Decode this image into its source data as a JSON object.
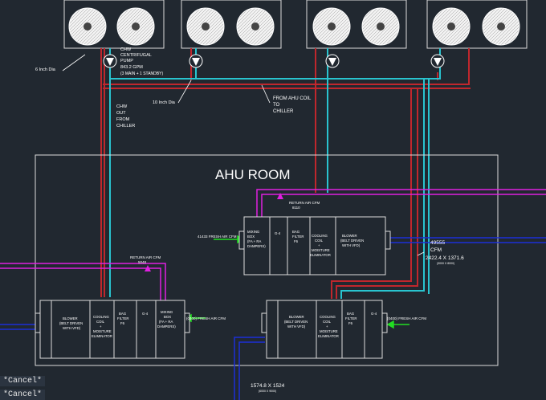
{
  "labels": {
    "room_title": "AHU ROOM",
    "pipe_6in": "6 Inch Dia",
    "pump_line1": "CHW",
    "pump_line2": "CENTRIFUGAL",
    "pump_line3": "PUMP",
    "pump_line4": "843.2 GPM",
    "pump_line5": "(3 MAIN + 1 STANDBY)",
    "pipe_10in": "10 Inch Dia",
    "from_ahu_1": "FROM AHU COIL",
    "from_ahu_2": "TO",
    "from_ahu_3": "CHILLER",
    "chw_out_1": "CHW",
    "chw_out_2": "OUT",
    "chw_out_3": "FROM",
    "chw_out_4": "CHILLER",
    "return_top_1": "RETURN AIR CFM",
    "return_top_2": "8110",
    "return_left_1": "RETURN AIR CFM",
    "return_left_2": "5048",
    "fresh_top": "41433 FRESH AIR CFM",
    "fresh_bl": "(0400) FRESH AIR CFM",
    "fresh_br": "(0400) FRESH AIR CFM",
    "cfm_value": "49555",
    "cfm_unit": "CFM",
    "duct_right": "2422.4 X 1371.6",
    "duct_right_sub": "(3000 X 8000)",
    "duct_bottom": "1574.8 X 1524",
    "duct_bottom_sub": "(6000 X 9000)"
  },
  "ahu_top": {
    "mixing": [
      "MIXING",
      "BOX",
      "(FA + RA",
      "DAMPERS)"
    ],
    "g4": "G-4",
    "bag": [
      "BAG",
      "FILTER",
      "F6"
    ],
    "coil": [
      "COOLING",
      "COIL",
      "+",
      "MOISTURE",
      "ELIMINATOR"
    ],
    "blower": [
      "BLOWER",
      "(BELT DRIVEN",
      "WITH VFD)"
    ]
  },
  "ahu_bl": {
    "blower": [
      "BLOWER",
      "(BELT DRIVEN",
      "WITH VFD)"
    ],
    "coil": [
      "COOLING",
      "COIL",
      "+",
      "MOISTURE",
      "ELIMINATOR"
    ],
    "bag": [
      "BAG",
      "FILTER",
      "F6"
    ],
    "g4": "G-4",
    "mixing": [
      "MIXING",
      "BOX",
      "(FA + RA",
      "DAMPERS)"
    ]
  },
  "ahu_br": {
    "blower": [
      "BLOWER",
      "(BELT DRIVEN",
      "WITH VFD)"
    ],
    "coil": [
      "COOLING",
      "COIL",
      "+",
      "MOISTURE",
      "ELIMINATOR"
    ],
    "bag": [
      "BAG",
      "FILTER",
      "F6"
    ],
    "g4": "G-4"
  },
  "command_history": [
    "*Cancel*",
    "*Cancel*"
  ],
  "colors": {
    "background": "#212830",
    "chw_supply": "#c0272d",
    "chw_return": "#29c4cf",
    "return_air": "#e020e0",
    "fresh_air": "#22dd22",
    "supply_duct": "#1c2fd8",
    "outline": "#dddddd"
  }
}
